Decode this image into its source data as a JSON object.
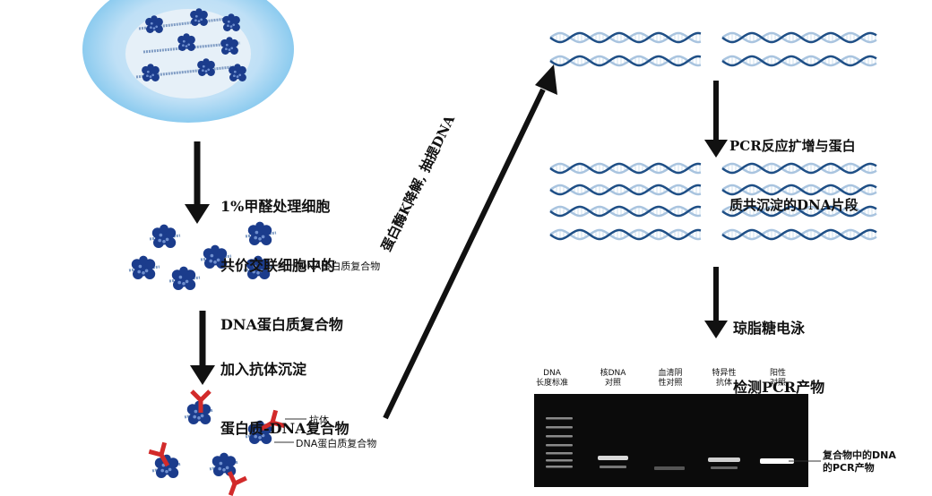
{
  "steps": {
    "crosslink": [
      "1%甲醛处理细胞",
      "共价交联细胞中的",
      "DNA蛋白质复合物"
    ],
    "antibody": [
      "加入抗体沉淀",
      "蛋白质-DNA复合物"
    ],
    "digest": "蛋白酶K降解, 抽提DNA",
    "pcr": [
      "PCR反应扩增与蛋白",
      "质共沉淀的DNA片段"
    ],
    "gel": [
      "琼脂糖电泳",
      "检测PCR产物"
    ]
  },
  "labels": {
    "complex1": "DNA蛋白质复合物",
    "antibody": "抗体",
    "complex2": "DNA蛋白质复合物",
    "pcr_product": [
      "复合物中的DNA",
      "的PCR产物"
    ]
  },
  "gel": {
    "lanes": [
      [
        "DNA",
        "长度标准"
      ],
      [
        "核DNA",
        "对照"
      ],
      [
        "血清阴",
        "性对照"
      ],
      [
        "特异性",
        "抗体"
      ],
      [
        "阳性",
        "对照"
      ]
    ]
  },
  "colors": {
    "dna_dark": "#1f4f86",
    "dna_light": "#a9c4df",
    "protein": "#1b3c8c",
    "antibody": "#d22a2a",
    "cell": "#9fd0ef",
    "nucleus": "#dceaf6"
  }
}
